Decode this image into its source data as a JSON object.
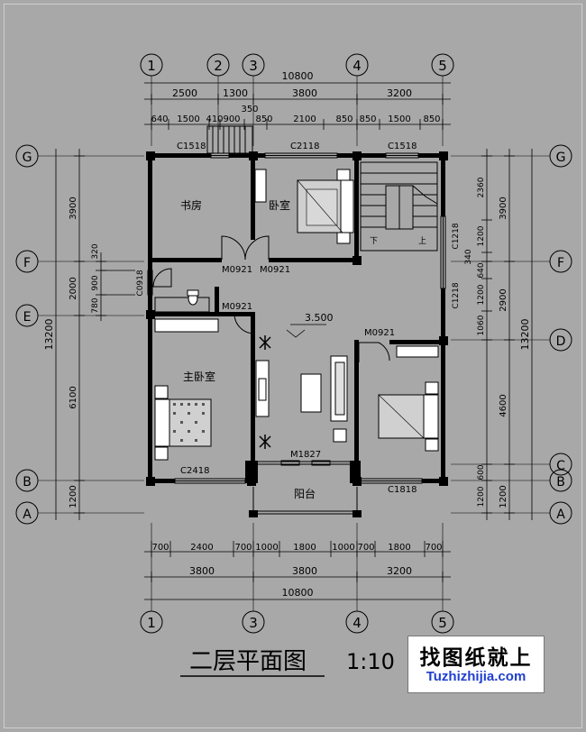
{
  "title": "二层平面图",
  "scale": "1:10",
  "watermark": {
    "cn": "找图纸就上",
    "en": "Tuzhizhijia.com"
  },
  "axes": {
    "top": [
      "1",
      "2",
      "3",
      "4",
      "5"
    ],
    "bottom": [
      "1",
      "3",
      "4",
      "5"
    ],
    "left": [
      "G",
      "F",
      "E",
      "B",
      "A"
    ],
    "right": [
      "G",
      "F",
      "D",
      "C",
      "B",
      "A"
    ]
  },
  "dims": {
    "top_total": "10800",
    "top_row1": [
      "2500",
      "1300",
      "3800",
      "3200"
    ],
    "top_row2": [
      "640",
      "1500",
      "410",
      "900",
      "850",
      "2100",
      "850",
      "850",
      "1500",
      "850"
    ],
    "top_350": "350",
    "bottom_row1": [
      "700",
      "2400",
      "700",
      "1000",
      "1800",
      "1000",
      "700",
      "1800",
      "700"
    ],
    "bottom_row2": [
      "3800",
      "3800",
      "3200"
    ],
    "bottom_total": "10800",
    "left_total": "13200",
    "left_row": [
      "3900",
      "2000",
      "6100",
      "1200"
    ],
    "left_inner": [
      "320",
      "900",
      "780"
    ],
    "right_outer": "13200",
    "right_row": [
      "3900",
      "2900",
      "4600",
      "1200"
    ],
    "right_inner": [
      "2360",
      "1200",
      "340",
      "640",
      "1200",
      "1060",
      "600",
      "1200"
    ]
  },
  "rooms": {
    "study": "书房",
    "bedroom_top": "卧室",
    "master": "主卧室",
    "balcony": "阳台",
    "stair_down": "下",
    "stair_up": "上"
  },
  "labels": {
    "c1518_left": "C1518",
    "c2118": "C2118",
    "c1518_right": "C1518",
    "m0921_a": "M0921",
    "m0921_b": "M0921",
    "m0921_c": "M0921",
    "m0921_d": "M0921",
    "c0918": "C0918",
    "c1218_a": "C1218",
    "c1218_b": "C1218",
    "c2418": "C2418",
    "m1827": "M1827",
    "c1818": "C1818",
    "elevation": "3.500"
  }
}
